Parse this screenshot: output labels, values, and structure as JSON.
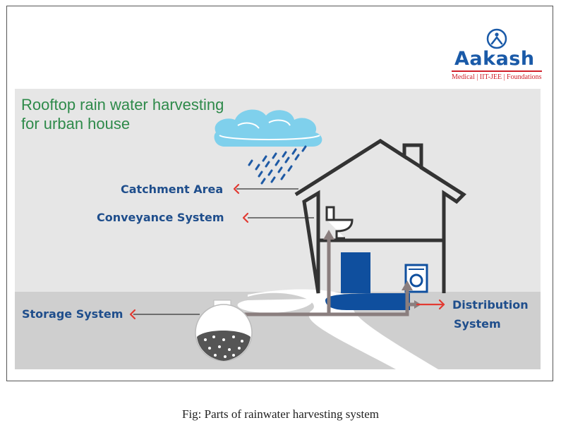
{
  "logo": {
    "word": "Aakash",
    "tagline": "Medical | IIT-JEE | Foundations",
    "icon": "aakash-person-icon"
  },
  "diagram": {
    "title_line1": "Rooftop rain water harvesting",
    "title_line2": "for urban house",
    "labels": {
      "catchment": "Catchment Area",
      "conveyance": "Conveyance System",
      "storage": "Storage System",
      "distribution_line1": "Distribution",
      "distribution_line2": "System"
    },
    "colors": {
      "label_text": "#1f4e8c",
      "title_text": "#2e8a4a",
      "arrow": "#e23a32",
      "house_outline": "#333333",
      "cloud": "#7fd0ec",
      "rain": "#1e5aa5",
      "water_tank": "#0f4f9e",
      "pipe": "#8a7e7e",
      "ground": "#cfcfcf"
    }
  },
  "caption": "Fig: Parts of rainwater harvesting system"
}
